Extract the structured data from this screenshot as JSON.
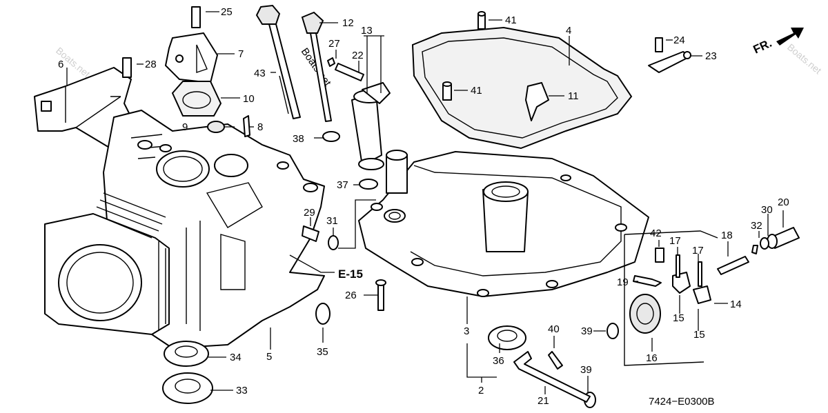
{
  "orientation": {
    "label": "FR."
  },
  "figure_code": "7424−E0300B",
  "section_ref": "E-15",
  "watermark": "Boats.net",
  "callouts": {
    "c2": "2",
    "c3": "3",
    "c4": "4",
    "c5": "5",
    "c6": "6",
    "c7": "7",
    "c8": "8",
    "c9": "9",
    "c10": "10",
    "c11": "11",
    "c12": "12",
    "c13": "13",
    "c14": "14",
    "c15a": "15",
    "c15b": "15",
    "c16": "16",
    "c17a": "17",
    "c17b": "17",
    "c18": "18",
    "c19": "19",
    "c20": "20",
    "c21": "21",
    "c22": "22",
    "c23": "23",
    "c24": "24",
    "c25": "25",
    "c26": "26",
    "c27": "27",
    "c28": "28",
    "c29": "29",
    "c30": "30",
    "c31": "31",
    "c32": "32",
    "c33": "33",
    "c34": "34",
    "c35": "35",
    "c36": "36",
    "c37": "37",
    "c38": "38",
    "c39a": "39",
    "c39b": "39",
    "c40": "40",
    "c41a": "41",
    "c41b": "41",
    "c42": "42",
    "c43": "43"
  }
}
